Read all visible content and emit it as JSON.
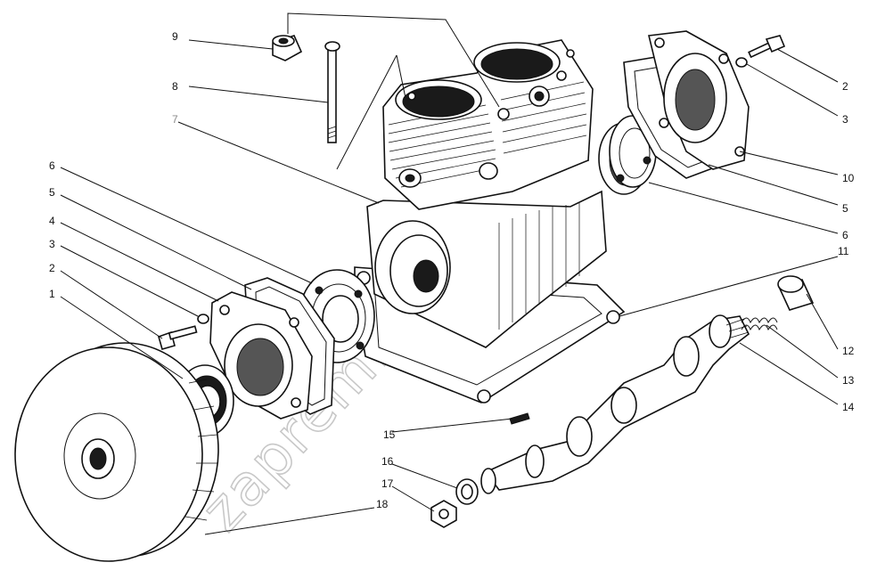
{
  "watermark": "zaprem.ru",
  "callouts": [
    {
      "id": "c9",
      "label": "9",
      "side": "left"
    },
    {
      "id": "c8",
      "label": "8",
      "side": "left"
    },
    {
      "id": "c7",
      "label": "7",
      "side": "left",
      "faint": true
    },
    {
      "id": "c6l",
      "label": "6",
      "side": "left"
    },
    {
      "id": "c5l",
      "label": "5",
      "side": "left"
    },
    {
      "id": "c4",
      "label": "4",
      "side": "left"
    },
    {
      "id": "c3l",
      "label": "3",
      "side": "left"
    },
    {
      "id": "c2l",
      "label": "2",
      "side": "left"
    },
    {
      "id": "c1",
      "label": "1",
      "side": "left"
    },
    {
      "id": "c2r",
      "label": "2",
      "side": "right"
    },
    {
      "id": "c3r",
      "label": "3",
      "side": "right"
    },
    {
      "id": "c10",
      "label": "10",
      "side": "right"
    },
    {
      "id": "c5r",
      "label": "5",
      "side": "right"
    },
    {
      "id": "c6r",
      "label": "6",
      "side": "right"
    },
    {
      "id": "c11",
      "label": "11",
      "side": "right"
    },
    {
      "id": "c12",
      "label": "12",
      "side": "right"
    },
    {
      "id": "c13",
      "label": "13",
      "side": "right"
    },
    {
      "id": "c14",
      "label": "14",
      "side": "right"
    },
    {
      "id": "c15",
      "label": "15",
      "side": "bottom"
    },
    {
      "id": "c16",
      "label": "16",
      "side": "bottom"
    },
    {
      "id": "c17",
      "label": "17",
      "side": "bottom"
    },
    {
      "id": "c18",
      "label": "18",
      "side": "bottom"
    }
  ]
}
